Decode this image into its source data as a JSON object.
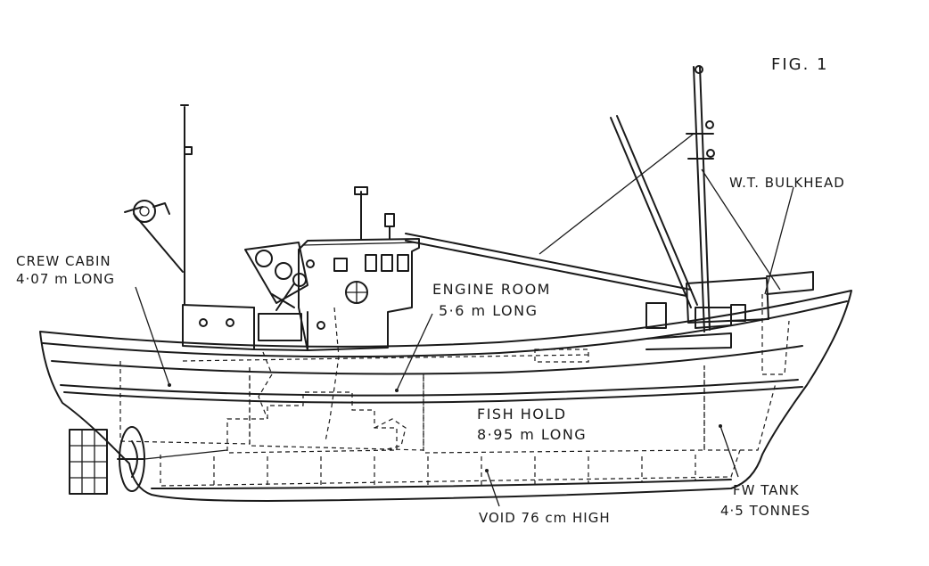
{
  "figure": {
    "label": "FIG. 1"
  },
  "labels": {
    "crew_cabin_line1": "CREW CABIN",
    "crew_cabin_line2": "4·07 m  LONG",
    "engine_room_line1": "ENGINE  ROOM",
    "engine_room_line2": "5·6  m   LONG",
    "fish_hold_line1": "FISH  HOLD",
    "fish_hold_line2": "8·95  m LONG",
    "wt_bulkhead": "W.T. BULKHEAD",
    "fw_tank_line1": "FW  TANK",
    "fw_tank_line2": "4·5  TONNES",
    "void": "VOID 76 cm HIGH"
  },
  "colors": {
    "ink": "#1a1a1a",
    "paper": "#ffffff"
  }
}
